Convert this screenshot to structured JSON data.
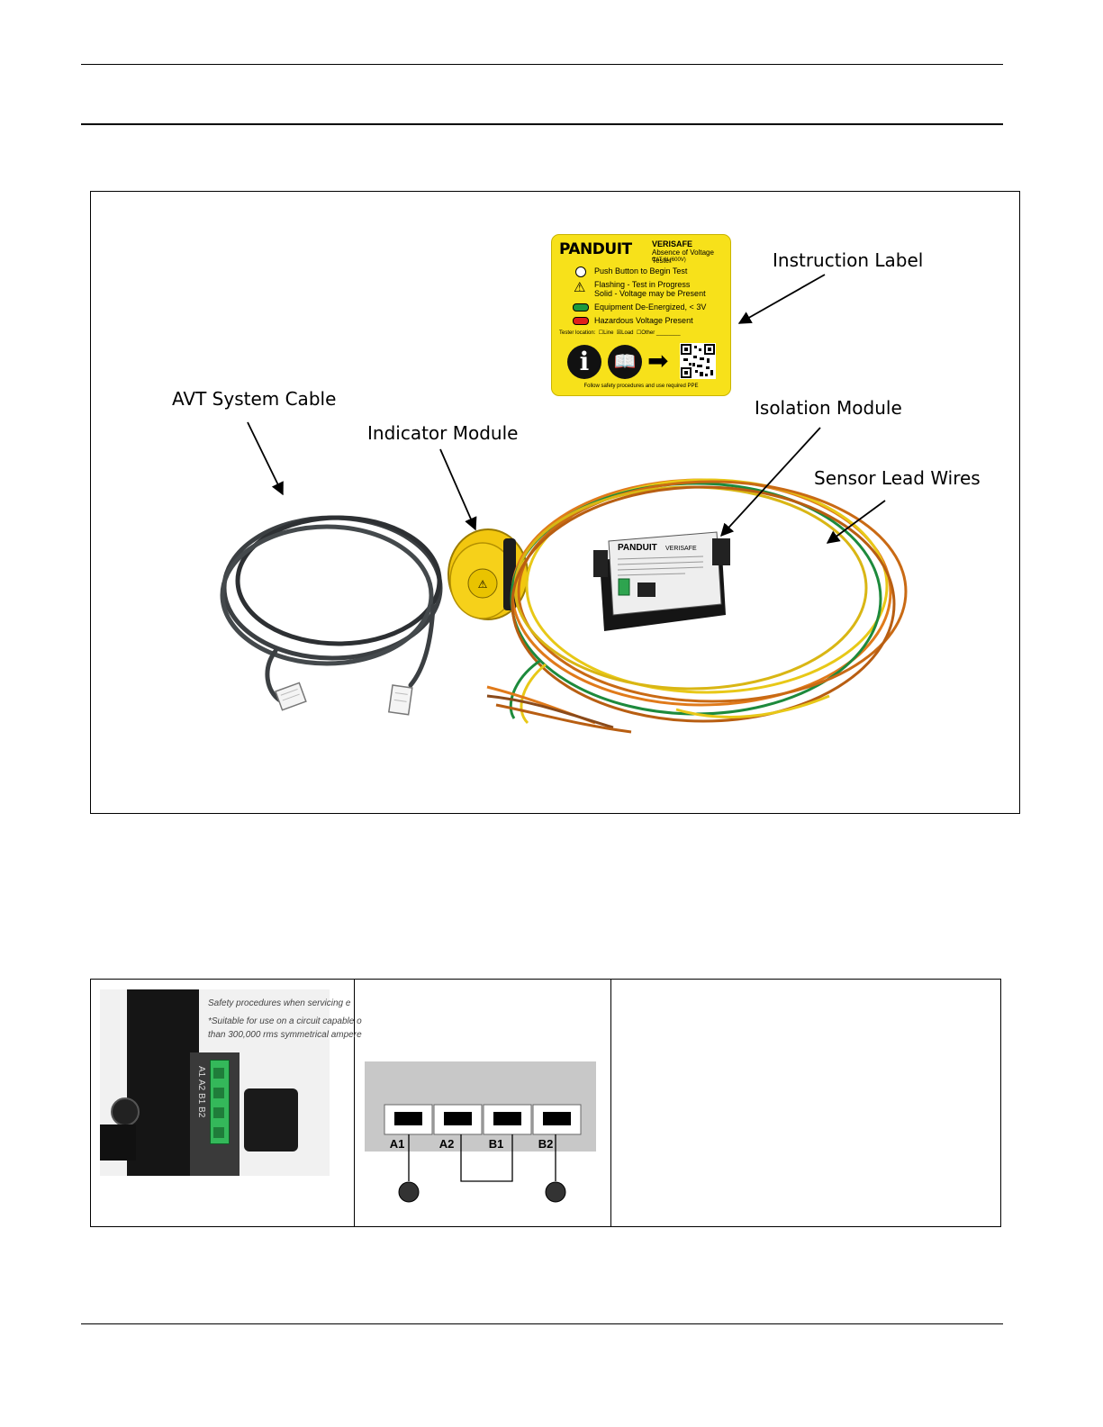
{
  "callouts": {
    "instruction_label": "Instruction Label",
    "avt_system_cable": "AVT System Cable",
    "indicator_module": "Indicator Module",
    "isolation_module": "Isolation Module",
    "sensor_lead_wires": "Sensor Lead Wires"
  },
  "label": {
    "brand": "PANDUIT",
    "product": "VERISAFE",
    "subtitle": "Absence of Voltage Tester",
    "rating": "CAT III (600V)",
    "rows": [
      "Push Button to Begin Test",
      "Flashing - Test in Progress",
      "Solid - Voltage may be Present",
      "Equipment De-Energized, < 3V",
      "Hazardous Voltage Present"
    ],
    "location_prefix": "Tester location:",
    "location_options": [
      "Line",
      "Load",
      "Other"
    ],
    "footer": "Follow safety procedures and use required PPE"
  },
  "module_label": {
    "brand": "PANDUIT",
    "product": "VERISAFE"
  },
  "closeup": {
    "lines": [
      "Safety procedures when servicing e",
      "*Suitable for use on a circuit capable o",
      "than 300,000 rms symmetrical ampere"
    ],
    "terminal_labels": [
      "A1",
      "A2",
      "B1",
      "B2"
    ]
  },
  "terminal_diagram": {
    "labels": [
      "A1",
      "A2",
      "B1",
      "B2"
    ]
  },
  "colors": {
    "label_yellow": "#f7e11a",
    "wire_orange": "#e07a1a",
    "wire_yellow": "#e8c817",
    "wire_green": "#1d8a3c",
    "terminal_gray": "#c8c8c8"
  }
}
